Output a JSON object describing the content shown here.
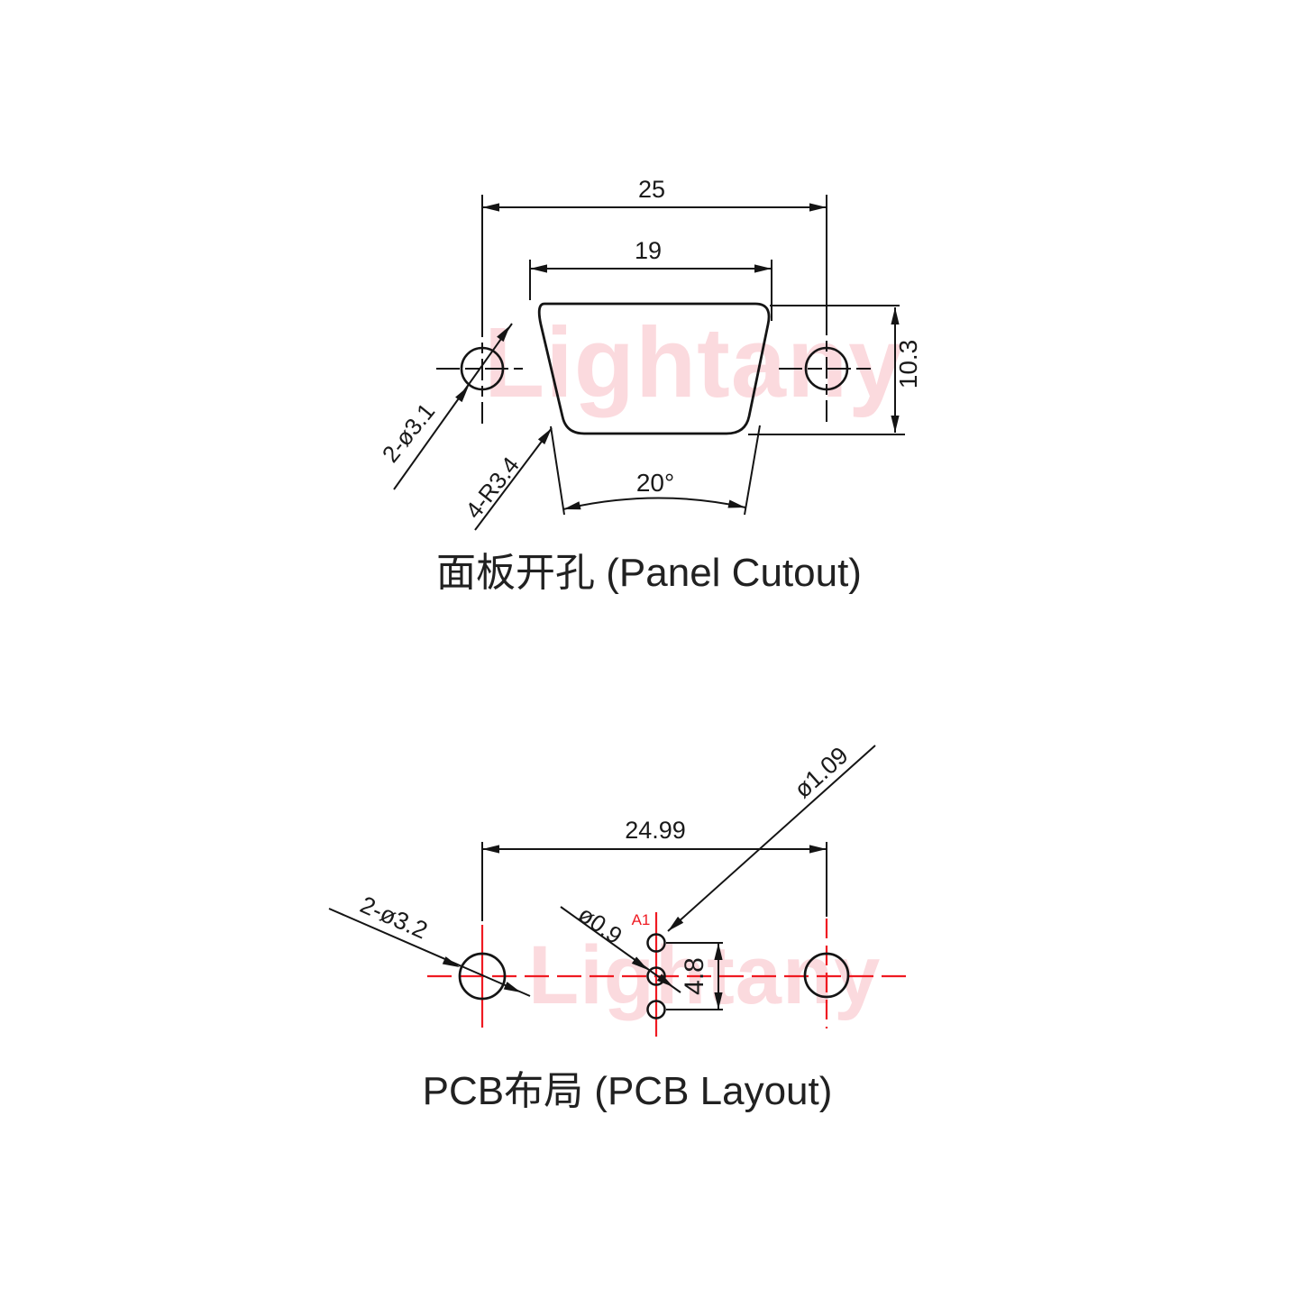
{
  "watermark": {
    "text": "Lightany",
    "color": "#fbdade"
  },
  "colors": {
    "line": "#141414",
    "centerline_red": "#ef1a22"
  },
  "panel_cutout": {
    "title": "面板开孔 (Panel Cutout)",
    "dim_outer_width": "25",
    "dim_inner_width": "19",
    "dim_height": "10.3",
    "label_mount_holes": "2-ø3.1",
    "label_corner_radius": "4-R3.4",
    "dim_side_angle": "20°"
  },
  "pcb_layout": {
    "title": "PCB布局 (PCB Layout)",
    "dim_hole_spacing": "24.99",
    "label_a1_hole_dia": "ø1.09",
    "label_pin_hole_dia": "ø0.9",
    "label_mount_holes": "2-ø3.2",
    "dim_pin_span": "4.8",
    "pin_a1_label": "A1"
  }
}
